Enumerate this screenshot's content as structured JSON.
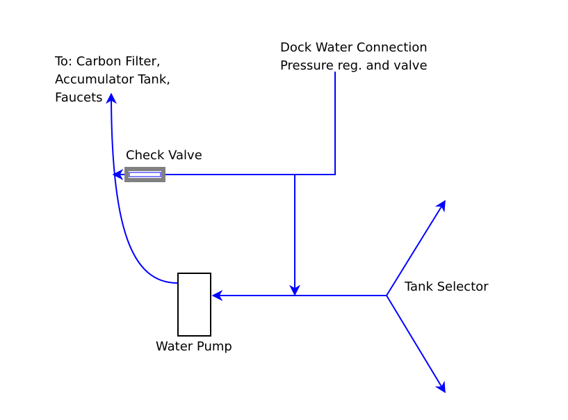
{
  "labels": {
    "destination_line1": "To: Carbon Filter,",
    "destination_line2": "Accumulator Tank,",
    "destination_line3": "Faucets",
    "dock_line1": "Dock Water Connection",
    "dock_line2": "Pressure reg. and valve",
    "check_valve": "Check Valve",
    "tank_selector": "Tank Selector",
    "water_pump": "Water Pump"
  },
  "colors": {
    "pipe": "#0000ff",
    "check_valve": "#808080",
    "pump_outline": "#000000"
  }
}
